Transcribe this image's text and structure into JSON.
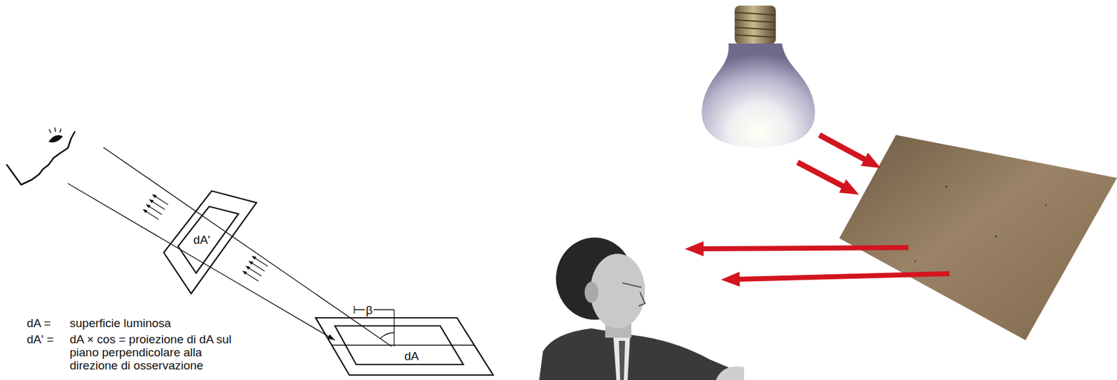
{
  "diagram": {
    "nodes": [
      {
        "text": [
          "dA'"
        ]
      },
      {
        "text": [
          "dA"
        ]
      }
    ],
    "edges": [
      {
        "from": 0,
        "to": 1,
        "arrow": "to"
      }
    ],
    "labels": [
      "β",
      "dA =",
      "superficie luminosa",
      "dA' =",
      "dA × cos = proiezione di dA sul piano perpendicolare alla direzione di osservazione"
    ]
  }
}
